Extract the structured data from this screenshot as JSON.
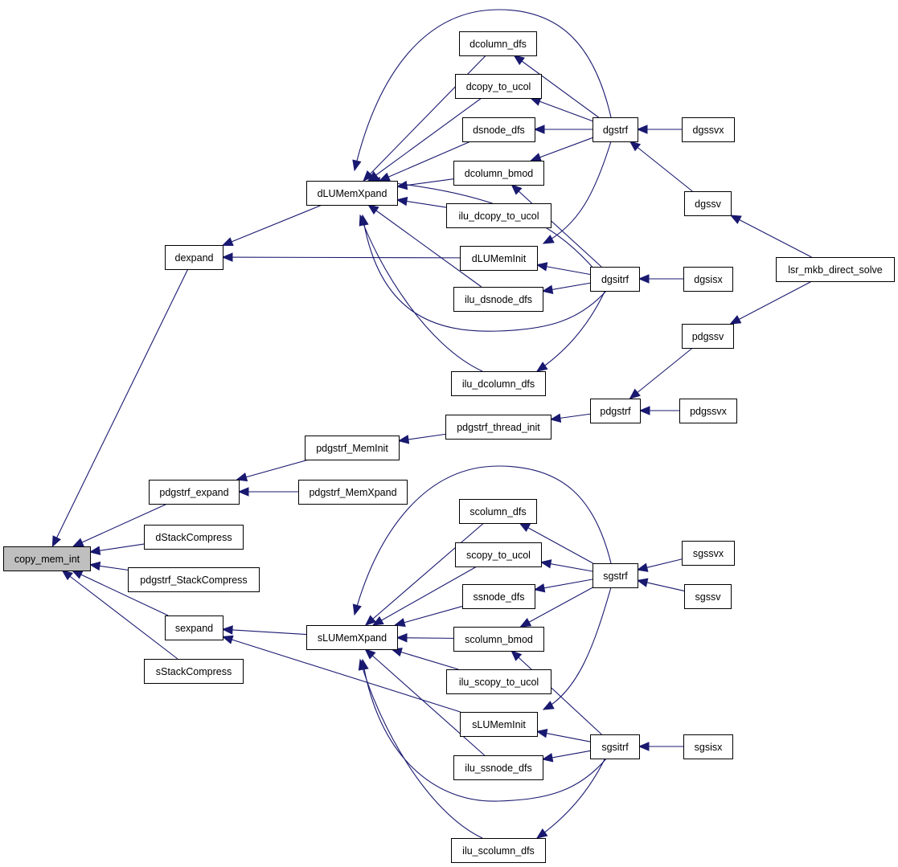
{
  "graph": {
    "root": "copy_mem_int",
    "nodes": [
      {
        "id": "copy_mem_int",
        "label": "copy_mem_int"
      },
      {
        "id": "dexpand",
        "label": "dexpand"
      },
      {
        "id": "pdgstrf_expand",
        "label": "pdgstrf_expand"
      },
      {
        "id": "dStackCompress",
        "label": "dStackCompress"
      },
      {
        "id": "pdgstrf_StackCompress",
        "label": "pdgstrf_StackCompress"
      },
      {
        "id": "sexpand",
        "label": "sexpand"
      },
      {
        "id": "sStackCompress",
        "label": "sStackCompress"
      },
      {
        "id": "dLUMemXpand",
        "label": "dLUMemXpand"
      },
      {
        "id": "pdgstrf_MemInit",
        "label": "pdgstrf_MemInit"
      },
      {
        "id": "pdgstrf_MemXpand",
        "label": "pdgstrf_MemXpand"
      },
      {
        "id": "sLUMemXpand",
        "label": "sLUMemXpand"
      },
      {
        "id": "dcolumn_dfs",
        "label": "dcolumn_dfs"
      },
      {
        "id": "dcopy_to_ucol",
        "label": "dcopy_to_ucol"
      },
      {
        "id": "dsnode_dfs",
        "label": "dsnode_dfs"
      },
      {
        "id": "dcolumn_bmod",
        "label": "dcolumn_bmod"
      },
      {
        "id": "ilu_dcopy_to_ucol",
        "label": "ilu_dcopy_to_ucol"
      },
      {
        "id": "dLUMemInit",
        "label": "dLUMemInit"
      },
      {
        "id": "ilu_dsnode_dfs",
        "label": "ilu_dsnode_dfs"
      },
      {
        "id": "ilu_dcolumn_dfs",
        "label": "ilu_dcolumn_dfs"
      },
      {
        "id": "pdgstrf_thread_init",
        "label": "pdgstrf_thread_init"
      },
      {
        "id": "scolumn_dfs",
        "label": "scolumn_dfs"
      },
      {
        "id": "scopy_to_ucol",
        "label": "scopy_to_ucol"
      },
      {
        "id": "ssnode_dfs",
        "label": "ssnode_dfs"
      },
      {
        "id": "scolumn_bmod",
        "label": "scolumn_bmod"
      },
      {
        "id": "ilu_scopy_to_ucol",
        "label": "ilu_scopy_to_ucol"
      },
      {
        "id": "sLUMemInit",
        "label": "sLUMemInit"
      },
      {
        "id": "ilu_ssnode_dfs",
        "label": "ilu_ssnode_dfs"
      },
      {
        "id": "ilu_scolumn_dfs",
        "label": "ilu_scolumn_dfs"
      },
      {
        "id": "dgstrf",
        "label": "dgstrf"
      },
      {
        "id": "dgsitrf",
        "label": "dgsitrf"
      },
      {
        "id": "pdgstrf",
        "label": "pdgstrf"
      },
      {
        "id": "sgstrf",
        "label": "sgstrf"
      },
      {
        "id": "sgsitrf",
        "label": "sgsitrf"
      },
      {
        "id": "dgssvx",
        "label": "dgssvx"
      },
      {
        "id": "dgssv",
        "label": "dgssv"
      },
      {
        "id": "dgsisx",
        "label": "dgsisx"
      },
      {
        "id": "pdgssv",
        "label": "pdgssv"
      },
      {
        "id": "pdgssvx",
        "label": "pdgssvx"
      },
      {
        "id": "sgssvx",
        "label": "sgssvx"
      },
      {
        "id": "sgssv",
        "label": "sgssv"
      },
      {
        "id": "sgsisx",
        "label": "sgsisx"
      },
      {
        "id": "lsr_mkb_direct_solve",
        "label": "lsr_mkb_direct_solve"
      }
    ],
    "edges": [
      {
        "from": "dexpand",
        "to": "copy_mem_int"
      },
      {
        "from": "pdgstrf_expand",
        "to": "copy_mem_int"
      },
      {
        "from": "dStackCompress",
        "to": "copy_mem_int"
      },
      {
        "from": "pdgstrf_StackCompress",
        "to": "copy_mem_int"
      },
      {
        "from": "sexpand",
        "to": "copy_mem_int"
      },
      {
        "from": "sStackCompress",
        "to": "copy_mem_int"
      },
      {
        "from": "dLUMemXpand",
        "to": "dexpand"
      },
      {
        "from": "dLUMemInit",
        "to": "dexpand"
      },
      {
        "from": "pdgstrf_MemInit",
        "to": "pdgstrf_expand"
      },
      {
        "from": "pdgstrf_MemXpand",
        "to": "pdgstrf_expand"
      },
      {
        "from": "sLUMemXpand",
        "to": "sexpand"
      },
      {
        "from": "sLUMemInit",
        "to": "sexpand"
      },
      {
        "from": "dcolumn_dfs",
        "to": "dLUMemXpand"
      },
      {
        "from": "dcopy_to_ucol",
        "to": "dLUMemXpand"
      },
      {
        "from": "dsnode_dfs",
        "to": "dLUMemXpand"
      },
      {
        "from": "dcolumn_bmod",
        "to": "dLUMemXpand"
      },
      {
        "from": "ilu_dcopy_to_ucol",
        "to": "dLUMemXpand"
      },
      {
        "from": "ilu_dsnode_dfs",
        "to": "dLUMemXpand"
      },
      {
        "from": "ilu_dcolumn_dfs",
        "to": "dLUMemXpand"
      },
      {
        "from": "dgstrf",
        "to": "dLUMemXpand"
      },
      {
        "from": "dgsitrf",
        "to": "dLUMemXpand"
      },
      {
        "from": "pdgstrf_thread_init",
        "to": "pdgstrf_MemInit"
      },
      {
        "from": "scolumn_dfs",
        "to": "sLUMemXpand"
      },
      {
        "from": "scopy_to_ucol",
        "to": "sLUMemXpand"
      },
      {
        "from": "ssnode_dfs",
        "to": "sLUMemXpand"
      },
      {
        "from": "scolumn_bmod",
        "to": "sLUMemXpand"
      },
      {
        "from": "ilu_scopy_to_ucol",
        "to": "sLUMemXpand"
      },
      {
        "from": "ilu_ssnode_dfs",
        "to": "sLUMemXpand"
      },
      {
        "from": "ilu_scolumn_dfs",
        "to": "sLUMemXpand"
      },
      {
        "from": "sgstrf",
        "to": "sLUMemXpand"
      },
      {
        "from": "sgsitrf",
        "to": "sLUMemXpand"
      },
      {
        "from": "dgstrf",
        "to": "dcolumn_dfs"
      },
      {
        "from": "dgstrf",
        "to": "dcopy_to_ucol"
      },
      {
        "from": "dgstrf",
        "to": "dsnode_dfs"
      },
      {
        "from": "dgstrf",
        "to": "dcolumn_bmod"
      },
      {
        "from": "dgsitrf",
        "to": "dcolumn_bmod"
      },
      {
        "from": "dgstrf",
        "to": "dLUMemInit"
      },
      {
        "from": "dgsitrf",
        "to": "dLUMemInit"
      },
      {
        "from": "dgsitrf",
        "to": "ilu_dsnode_dfs"
      },
      {
        "from": "dgsitrf",
        "to": "ilu_dcolumn_dfs"
      },
      {
        "from": "pdgstrf",
        "to": "pdgstrf_thread_init"
      },
      {
        "from": "sgstrf",
        "to": "scolumn_dfs"
      },
      {
        "from": "sgstrf",
        "to": "scopy_to_ucol"
      },
      {
        "from": "sgstrf",
        "to": "ssnode_dfs"
      },
      {
        "from": "sgstrf",
        "to": "scolumn_bmod"
      },
      {
        "from": "sgsitrf",
        "to": "scolumn_bmod"
      },
      {
        "from": "sgstrf",
        "to": "sLUMemInit"
      },
      {
        "from": "sgsitrf",
        "to": "sLUMemInit"
      },
      {
        "from": "sgsitrf",
        "to": "ilu_ssnode_dfs"
      },
      {
        "from": "sgsitrf",
        "to": "ilu_scolumn_dfs"
      },
      {
        "from": "dgssvx",
        "to": "dgstrf"
      },
      {
        "from": "dgssv",
        "to": "dgstrf"
      },
      {
        "from": "dgsisx",
        "to": "dgsitrf"
      },
      {
        "from": "pdgssv",
        "to": "pdgstrf"
      },
      {
        "from": "pdgssvx",
        "to": "pdgstrf"
      },
      {
        "from": "sgssvx",
        "to": "sgstrf"
      },
      {
        "from": "sgssv",
        "to": "sgstrf"
      },
      {
        "from": "sgsisx",
        "to": "sgsitrf"
      },
      {
        "from": "lsr_mkb_direct_solve",
        "to": "dgssv"
      },
      {
        "from": "lsr_mkb_direct_solve",
        "to": "pdgssv"
      }
    ]
  },
  "colors": {
    "edge": "#191970",
    "root_fill": "#bfbfbf",
    "node_fill": "#ffffff",
    "border": "#000000"
  }
}
